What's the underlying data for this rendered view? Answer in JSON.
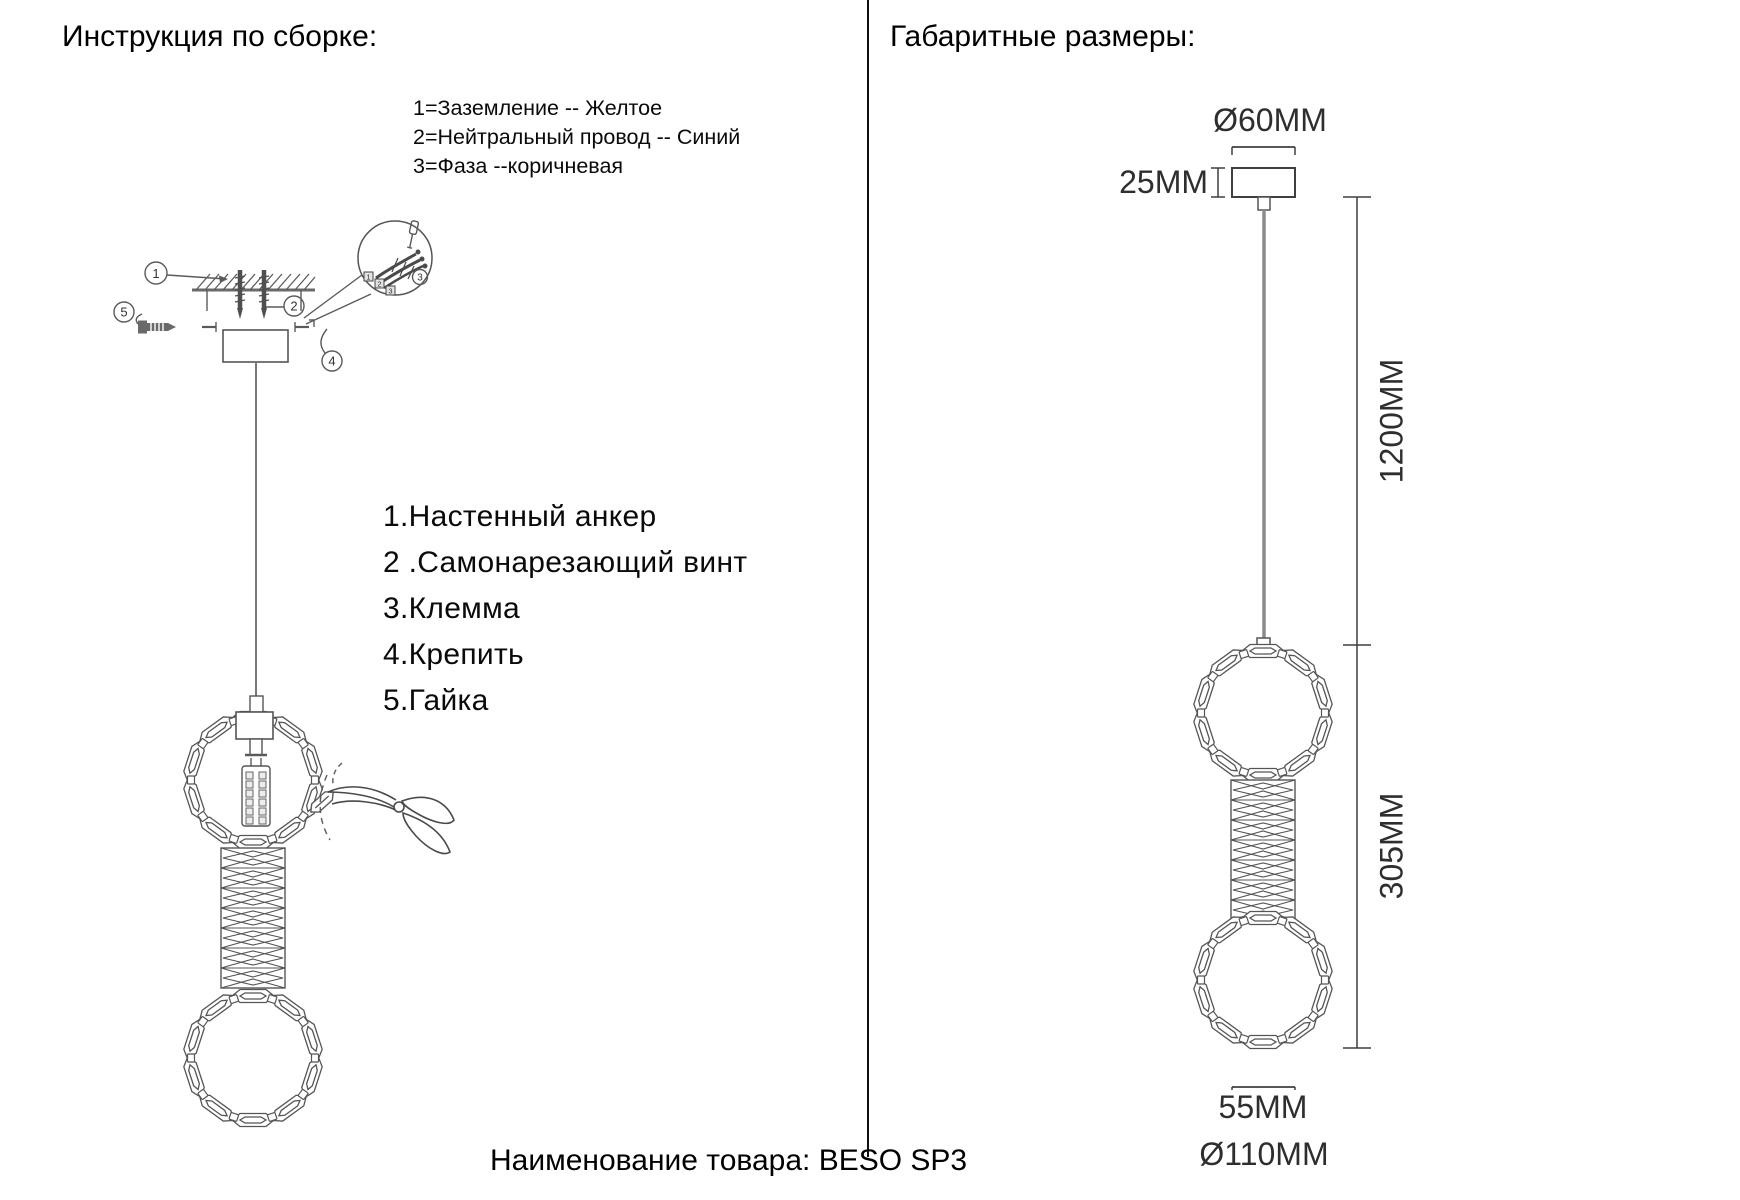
{
  "left_panel": {
    "title": "Инструкция по сборке:",
    "wire_legend": [
      "1=Заземление -- Желтое",
      "2=Нейтральный провод -- Синий",
      "3=Фаза --коричневая"
    ],
    "parts_list": [
      "1.Настенный анкер",
      "2 .Самонарезающий винт",
      "3.Клемма",
      "4.Крепить",
      "5.Гайка"
    ],
    "callouts": {
      "c1": "1",
      "c2": "2",
      "c3": "3",
      "c4": "4",
      "c5": "5"
    },
    "detail_labels": [
      "1",
      "2",
      "3"
    ]
  },
  "right_panel": {
    "title": "Габаритные размеры:",
    "dimensions": {
      "canopy_diameter": "Ø60MM",
      "canopy_height": "25MM",
      "suspension_length": "1200MM",
      "body_height": "305MM",
      "column_width": "55MM",
      "body_diameter": "Ø110MM"
    }
  },
  "footer": {
    "product_name": "Наименование товара: BESO SP3"
  },
  "colors": {
    "ink": "#000000",
    "line": "#555555",
    "dim": "#2e2e2e"
  }
}
